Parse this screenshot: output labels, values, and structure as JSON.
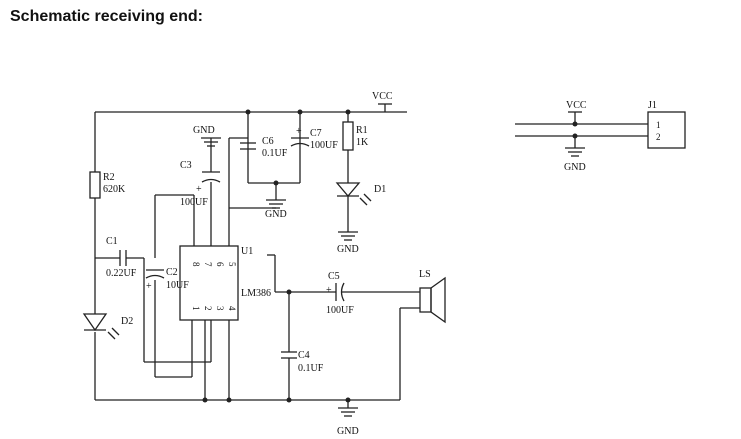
{
  "title": "Schematic receiving end:",
  "net": {
    "vcc": "VCC",
    "gnd": "GND"
  },
  "components": {
    "r2": {
      "ref": "R2",
      "value": "620K"
    },
    "c1": {
      "ref": "C1",
      "value": "0.22UF"
    },
    "d2": {
      "ref": "D2"
    },
    "c2": {
      "ref": "C2",
      "value": "10UF"
    },
    "c3": {
      "ref": "C3",
      "value": "100UF"
    },
    "c6": {
      "ref": "C6",
      "value": "0.1UF"
    },
    "c7": {
      "ref": "C7",
      "value": "100UF"
    },
    "r1": {
      "ref": "R1",
      "value": "1K"
    },
    "d1": {
      "ref": "D1"
    },
    "u1": {
      "ref": "U1",
      "part": "LM386",
      "pins_top": [
        "8",
        "7",
        "6",
        "5"
      ],
      "pins_bottom": [
        "1",
        "2",
        "3",
        "4"
      ]
    },
    "c5": {
      "ref": "C5",
      "value": "100UF"
    },
    "c4": {
      "ref": "C4",
      "value": "0.1UF"
    },
    "ls": {
      "ref": "LS"
    },
    "j1": {
      "ref": "J1",
      "pins": [
        "1",
        "2"
      ]
    }
  },
  "polarity": "+"
}
